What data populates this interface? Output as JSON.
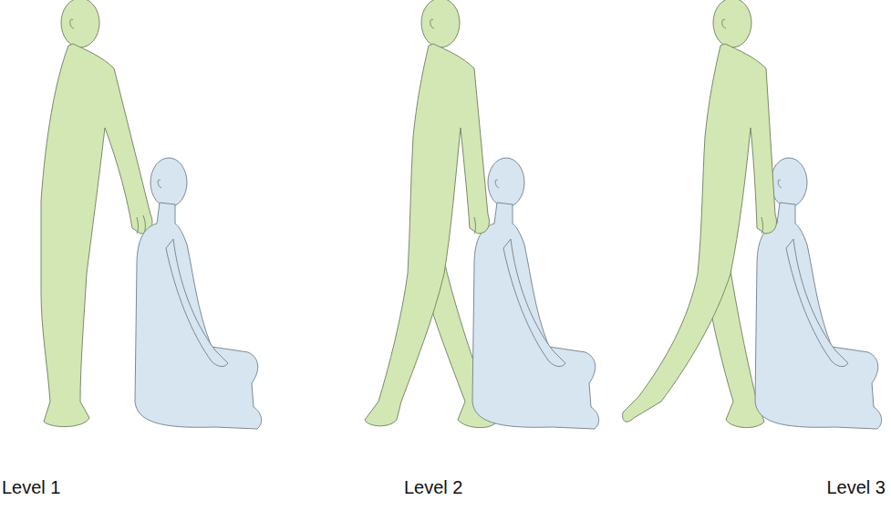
{
  "diagram": {
    "labels": [
      "Level 1",
      "Level 2",
      "Level 3"
    ]
  }
}
